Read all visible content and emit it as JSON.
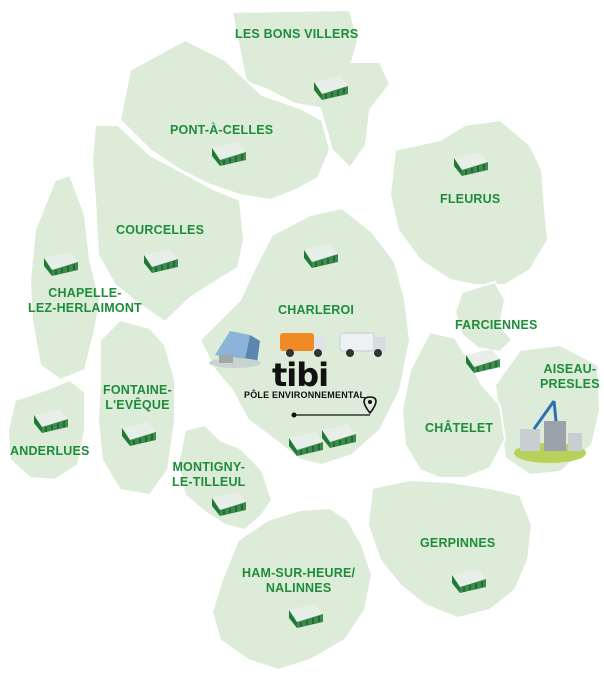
{
  "map": {
    "colors": {
      "region": "#dcecd8",
      "label": "#1e8c3a",
      "container": "#1f7a35"
    },
    "municipalities": [
      {
        "id": "les-bons-villers",
        "lines": [
          "LES BONS VILLERS"
        ]
      },
      {
        "id": "pont-a-celles",
        "lines": [
          "PONT-À-CELLES"
        ]
      },
      {
        "id": "fleurus",
        "lines": [
          "FLEURUS"
        ]
      },
      {
        "id": "courcelles",
        "lines": [
          "COURCELLES"
        ]
      },
      {
        "id": "chapelle-lez-herlaimont",
        "lines": [
          "CHAPELLE-",
          "LEZ-HERLAIMONT"
        ]
      },
      {
        "id": "charleroi",
        "lines": [
          "CHARLEROI"
        ]
      },
      {
        "id": "farciennes",
        "lines": [
          "FARCIENNES"
        ]
      },
      {
        "id": "aiseau-presles",
        "lines": [
          "AISEAU-",
          "PRESLES"
        ]
      },
      {
        "id": "fontaine-l-eveque",
        "lines": [
          "FONTAINE-",
          "L'EVÊQUE"
        ]
      },
      {
        "id": "anderlues",
        "lines": [
          "ANDERLUES"
        ]
      },
      {
        "id": "chatelet",
        "lines": [
          "CHÂTELET"
        ]
      },
      {
        "id": "montigny-le-tilleul",
        "lines": [
          "MONTIGNY-",
          "LE-TILLEUL"
        ]
      },
      {
        "id": "gerpinnes",
        "lines": [
          "GERPINNES"
        ]
      },
      {
        "id": "ham-sur-heure-nalinnes",
        "lines": [
          "HAM-SUR-HEURE/",
          "NALINNES"
        ]
      }
    ],
    "logo": {
      "brand": "tibi",
      "subtitle": "PÔLE ENVIRONNEMENTAL"
    },
    "icons": [
      "recycling-container-icon",
      "location-pin-icon",
      "truck-icon",
      "recycling-facility-icon"
    ]
  }
}
